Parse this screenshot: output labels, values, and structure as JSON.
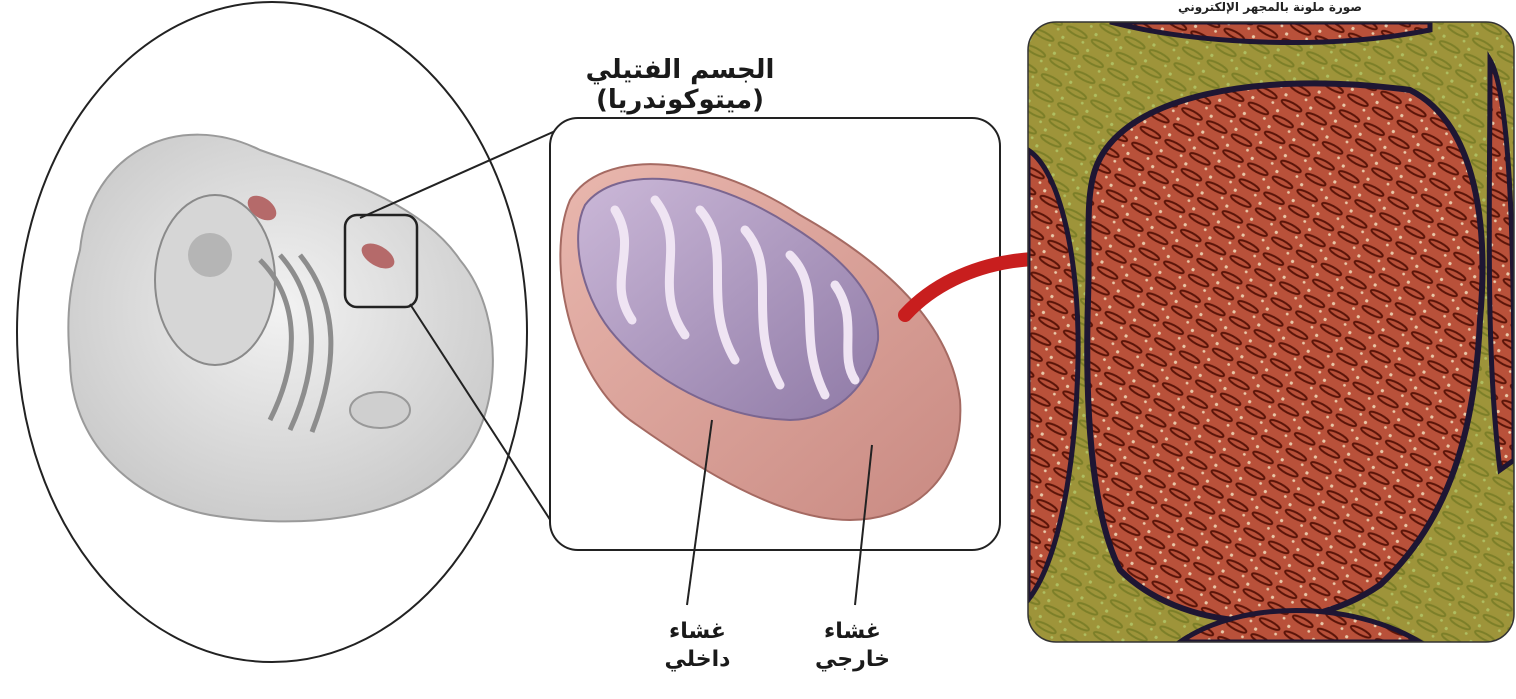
{
  "figure": {
    "title": "الجسم الفتيلي (ميتوكوندريا)",
    "micrograph_caption": "صورة ملونة بالمجهر الإلكتروني",
    "labels": {
      "inner_membrane": "غشاء داخلي",
      "outer_membrane": "غشاء خارجي"
    }
  },
  "colors": {
    "mito_outer": "#d49a92",
    "mito_inner": "#b8a3c8",
    "arrow": "#c81e1e",
    "micrograph_red": "#a8442a",
    "micrograph_green": "#8fb83a"
  }
}
